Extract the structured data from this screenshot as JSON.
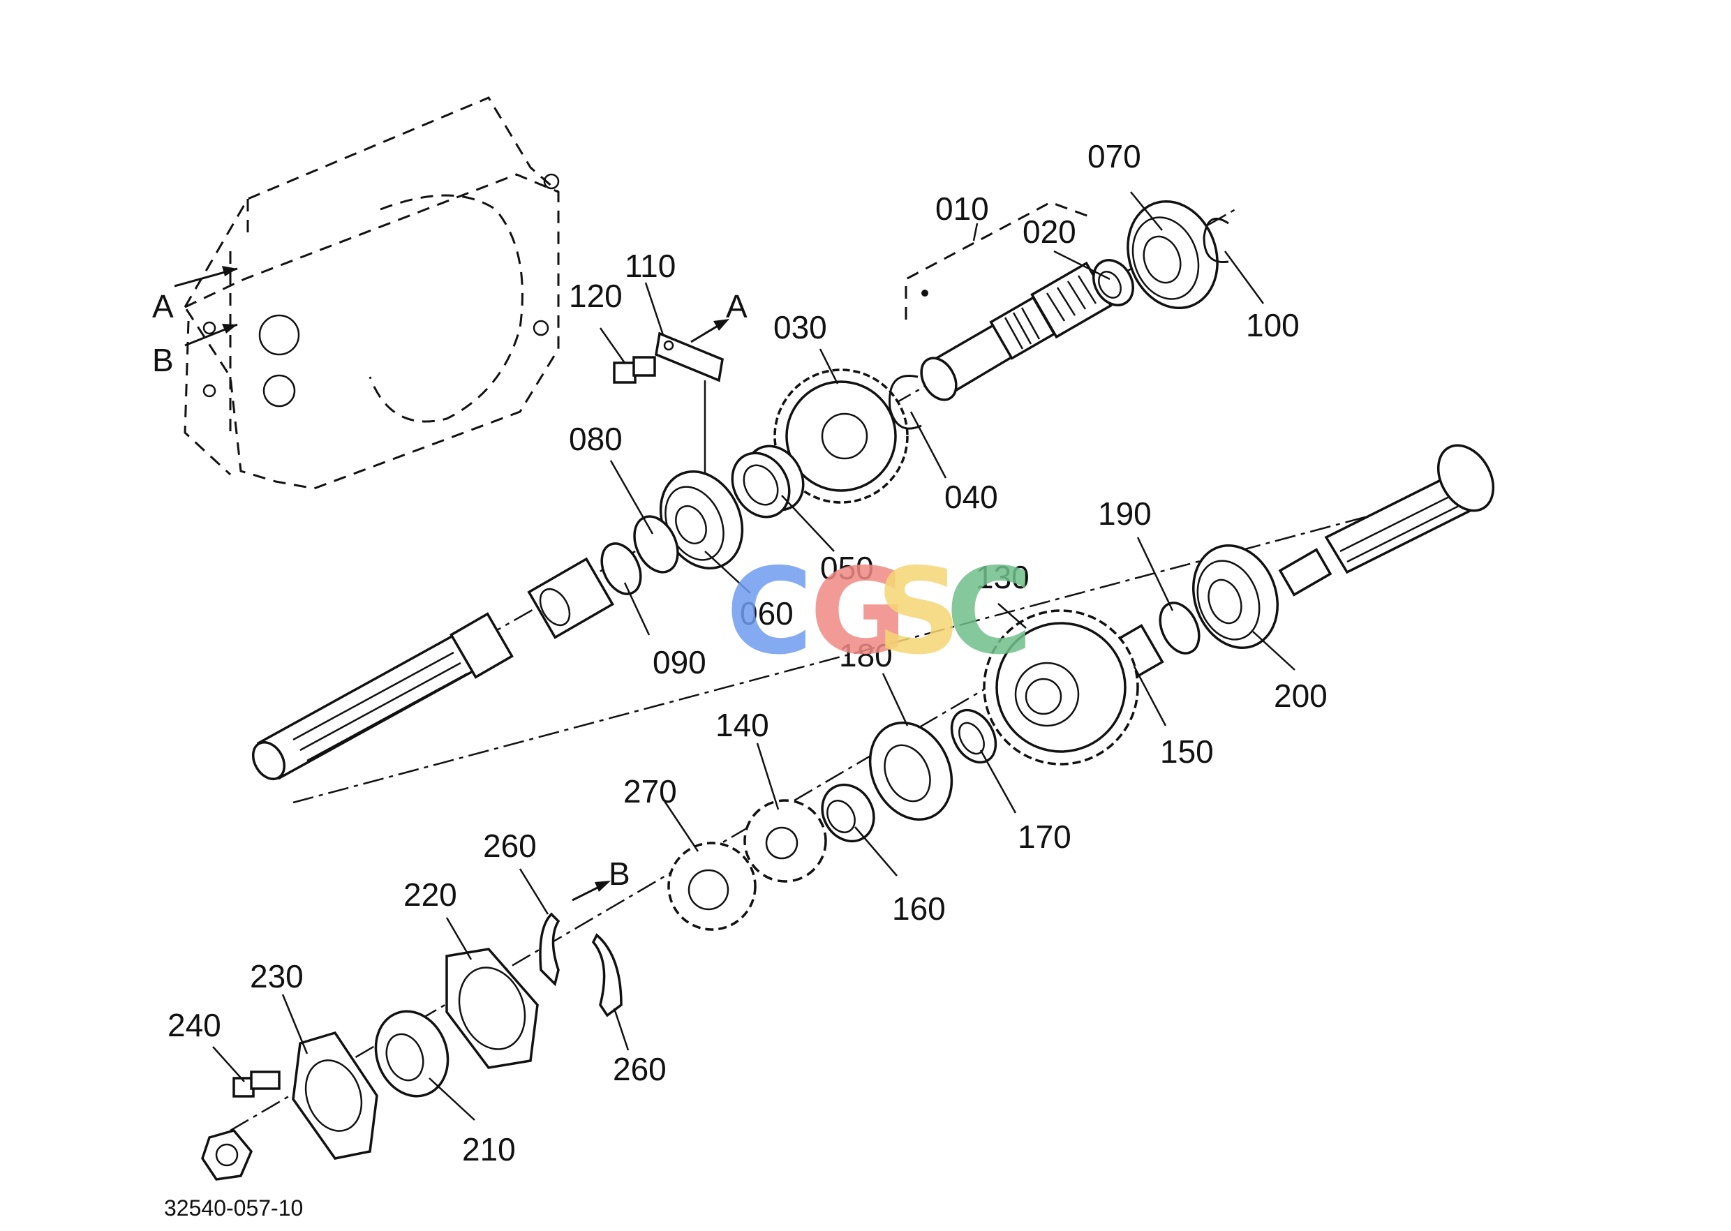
{
  "diagram": {
    "drawing_number": "32540-057-10",
    "watermark": {
      "letters": [
        "C",
        "G",
        "S",
        "C"
      ],
      "colors": [
        "#6f9cf0",
        "#f08a84",
        "#f5d774",
        "#6fbf8a"
      ]
    },
    "view_markers": {
      "a": "A",
      "b": "B"
    },
    "callouts": [
      {
        "id": "p010",
        "text": "010"
      },
      {
        "id": "p020",
        "text": "020"
      },
      {
        "id": "p030",
        "text": "030"
      },
      {
        "id": "p040",
        "text": "040"
      },
      {
        "id": "p050",
        "text": "050"
      },
      {
        "id": "p060",
        "text": "060"
      },
      {
        "id": "p070",
        "text": "070"
      },
      {
        "id": "p080",
        "text": "080"
      },
      {
        "id": "p090",
        "text": "090"
      },
      {
        "id": "p100",
        "text": "100"
      },
      {
        "id": "p110",
        "text": "110"
      },
      {
        "id": "p120",
        "text": "120"
      },
      {
        "id": "p130",
        "text": "130"
      },
      {
        "id": "p140",
        "text": "140"
      },
      {
        "id": "p150",
        "text": "150"
      },
      {
        "id": "p160",
        "text": "160"
      },
      {
        "id": "p170",
        "text": "170"
      },
      {
        "id": "p180",
        "text": "180"
      },
      {
        "id": "p190",
        "text": "190"
      },
      {
        "id": "p200",
        "text": "200"
      },
      {
        "id": "p210",
        "text": "210"
      },
      {
        "id": "p220",
        "text": "220"
      },
      {
        "id": "p230",
        "text": "230"
      },
      {
        "id": "p240",
        "text": "240"
      },
      {
        "id": "p260a",
        "text": "260"
      },
      {
        "id": "p260b",
        "text": "260"
      },
      {
        "id": "p270",
        "text": "270"
      }
    ]
  }
}
